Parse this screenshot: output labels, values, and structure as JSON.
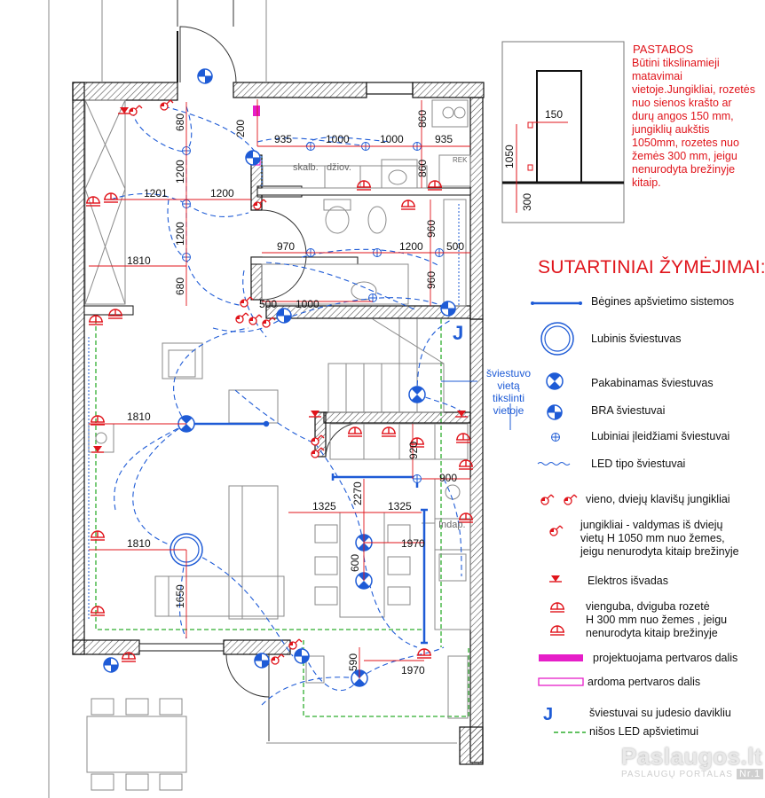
{
  "notes": {
    "title": "PASTABOS",
    "body": "Būtini tikslinamieji matavimai vietoje.Jungikliai, rozetės nuo sienos krašto ar durų angos 150 mm, jungiklių aukštis 1050mm, rozetes nuo žemės 300 mm, jeigu nenurodyta brežinyje kitaip."
  },
  "detail": {
    "dim_150": "150",
    "dim_1050": "1050",
    "dim_300": "300"
  },
  "legend": {
    "title": "SUTARTINIAI ŽYMĖJIMAI:",
    "items": [
      "Bėgines apšvietimo sistemos",
      "Lubinis šviestuvas",
      "Pakabinamas šviestuvas",
      "BRA šviestuvai",
      "Lubiniai įleidžiami šviestuvai",
      "LED tipo šviestuvai",
      "vieno, dviejų klavišų jungikliai",
      "jungikliai - valdymas iš dviejų\n vietų H 1050 mm nuo žemes,\njeigu nenurodyta kitaip brežinyje",
      "Elektros išvadas",
      "vienguba, dviguba rozetė\nH 300 mm nuo žemes , jeigu\nnenurodyta kitaip brežinyje",
      "projektuojama pertvaros dalis",
      "ardoma pertvaros dalis",
      "šviestuvai su judesio davikliu",
      "nišos LED apšvietimui"
    ]
  },
  "plan": {
    "place_note": "šviestuvo\nvietą\ntikslinti\nvietoje",
    "room_labels": [
      "skalb.",
      "džiov.",
      "REK",
      "Indap."
    ],
    "dims": {
      "d680a": "680",
      "d1200a": "1200",
      "d1200b": "1200",
      "d680b": "680",
      "d200": "200",
      "d935a": "935",
      "d1000a": "1000",
      "d1000b": "1000",
      "d935b": "935",
      "d860a": "860",
      "d860b": "860",
      "d1201": "1201",
      "d1200c": "1200",
      "d970": "970",
      "d1200d": "1200",
      "d500a": "500",
      "d960a": "960",
      "d960b": "960",
      "d1810a": "1810",
      "d500b": "500",
      "d1000c": "1000",
      "d1810b": "1810",
      "d920": "920",
      "d900": "900",
      "d2270": "2270",
      "d1325a": "1325",
      "d1325b": "1325",
      "d1810c": "1810",
      "d1970a": "1970",
      "d600": "600",
      "d1650": "1650",
      "d590": "590",
      "d1970b": "1970"
    }
  },
  "watermark": {
    "name": "Paslaugos.lt",
    "tagline": "PASLAUGŲ PORTALAS",
    "badge": "Nr.1"
  }
}
